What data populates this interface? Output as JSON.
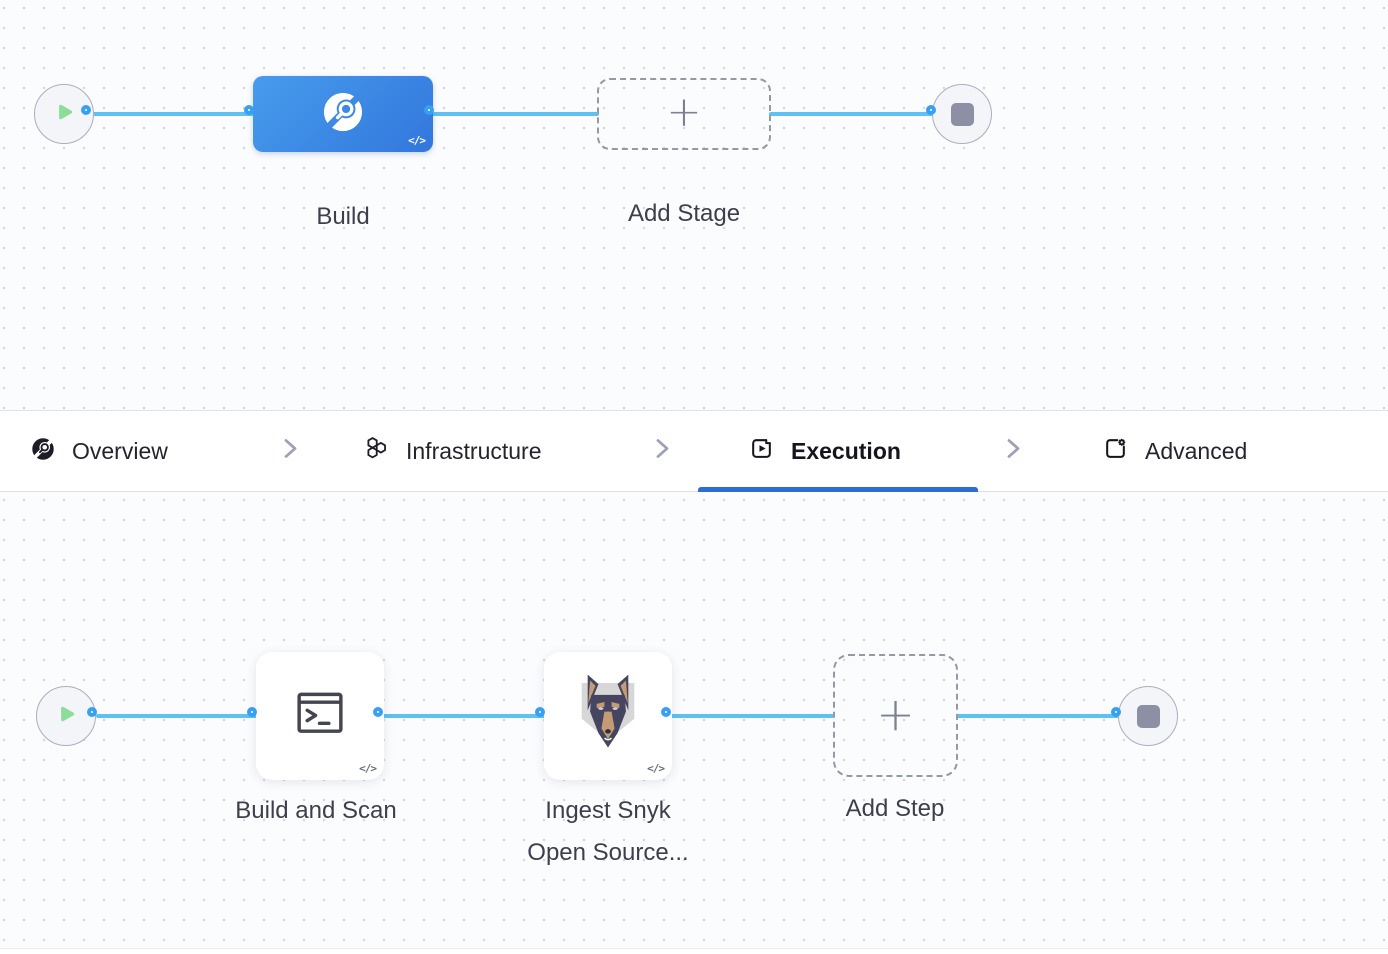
{
  "stage_pipeline": {
    "start_node": {
      "icon": "play-icon"
    },
    "end_node": {
      "icon": "stop-icon"
    },
    "build_stage": {
      "label": "Build",
      "code_badge": "</>",
      "icon": "ci-module-icon"
    },
    "add_stage": {
      "label": "Add Stage",
      "plus": "+"
    }
  },
  "tab_bar": {
    "active_tab": "Execution",
    "tabs": [
      {
        "label": "Overview",
        "icon": "ci-overview-icon",
        "active": false
      },
      {
        "label": "Infrastructure",
        "icon": "hexagons-icon",
        "active": false
      },
      {
        "label": "Execution",
        "icon": "execution-play-icon",
        "active": true
      },
      {
        "label": "Advanced",
        "icon": "advanced-gear-icon",
        "active": false
      }
    ]
  },
  "step_pipeline": {
    "start_node": {
      "icon": "play-icon"
    },
    "end_node": {
      "icon": "stop-icon"
    },
    "build_and_scan": {
      "label": "Build and Scan",
      "code_badge": "</>",
      "icon": "terminal-icon"
    },
    "ingest_snyk": {
      "label_line1": "Ingest Snyk",
      "label_line2": "Open Source...",
      "code_badge": "</>",
      "icon": "snyk-dog-icon"
    },
    "add_step": {
      "label": "Add Step",
      "plus": "+"
    }
  },
  "colors": {
    "edge_blue": "#5ec1f1",
    "connector_ring": "#38a0f2",
    "stage_blue": "#3c86e2",
    "active_tab_underline": "#2e6cd2",
    "play_green": "#8bdd98",
    "stop_gray": "#8d8fa5"
  }
}
